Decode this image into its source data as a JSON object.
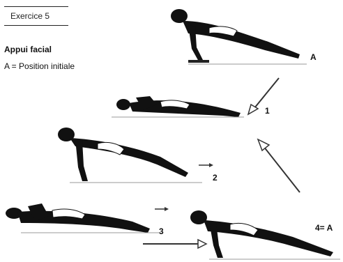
{
  "title": "Exercice 5",
  "exercise_name": "Appui facial",
  "exercise_desc": "A = Position initiale",
  "labels": {
    "a": "A",
    "one": "1",
    "two": "2",
    "three": "3",
    "four": "4= A"
  }
}
